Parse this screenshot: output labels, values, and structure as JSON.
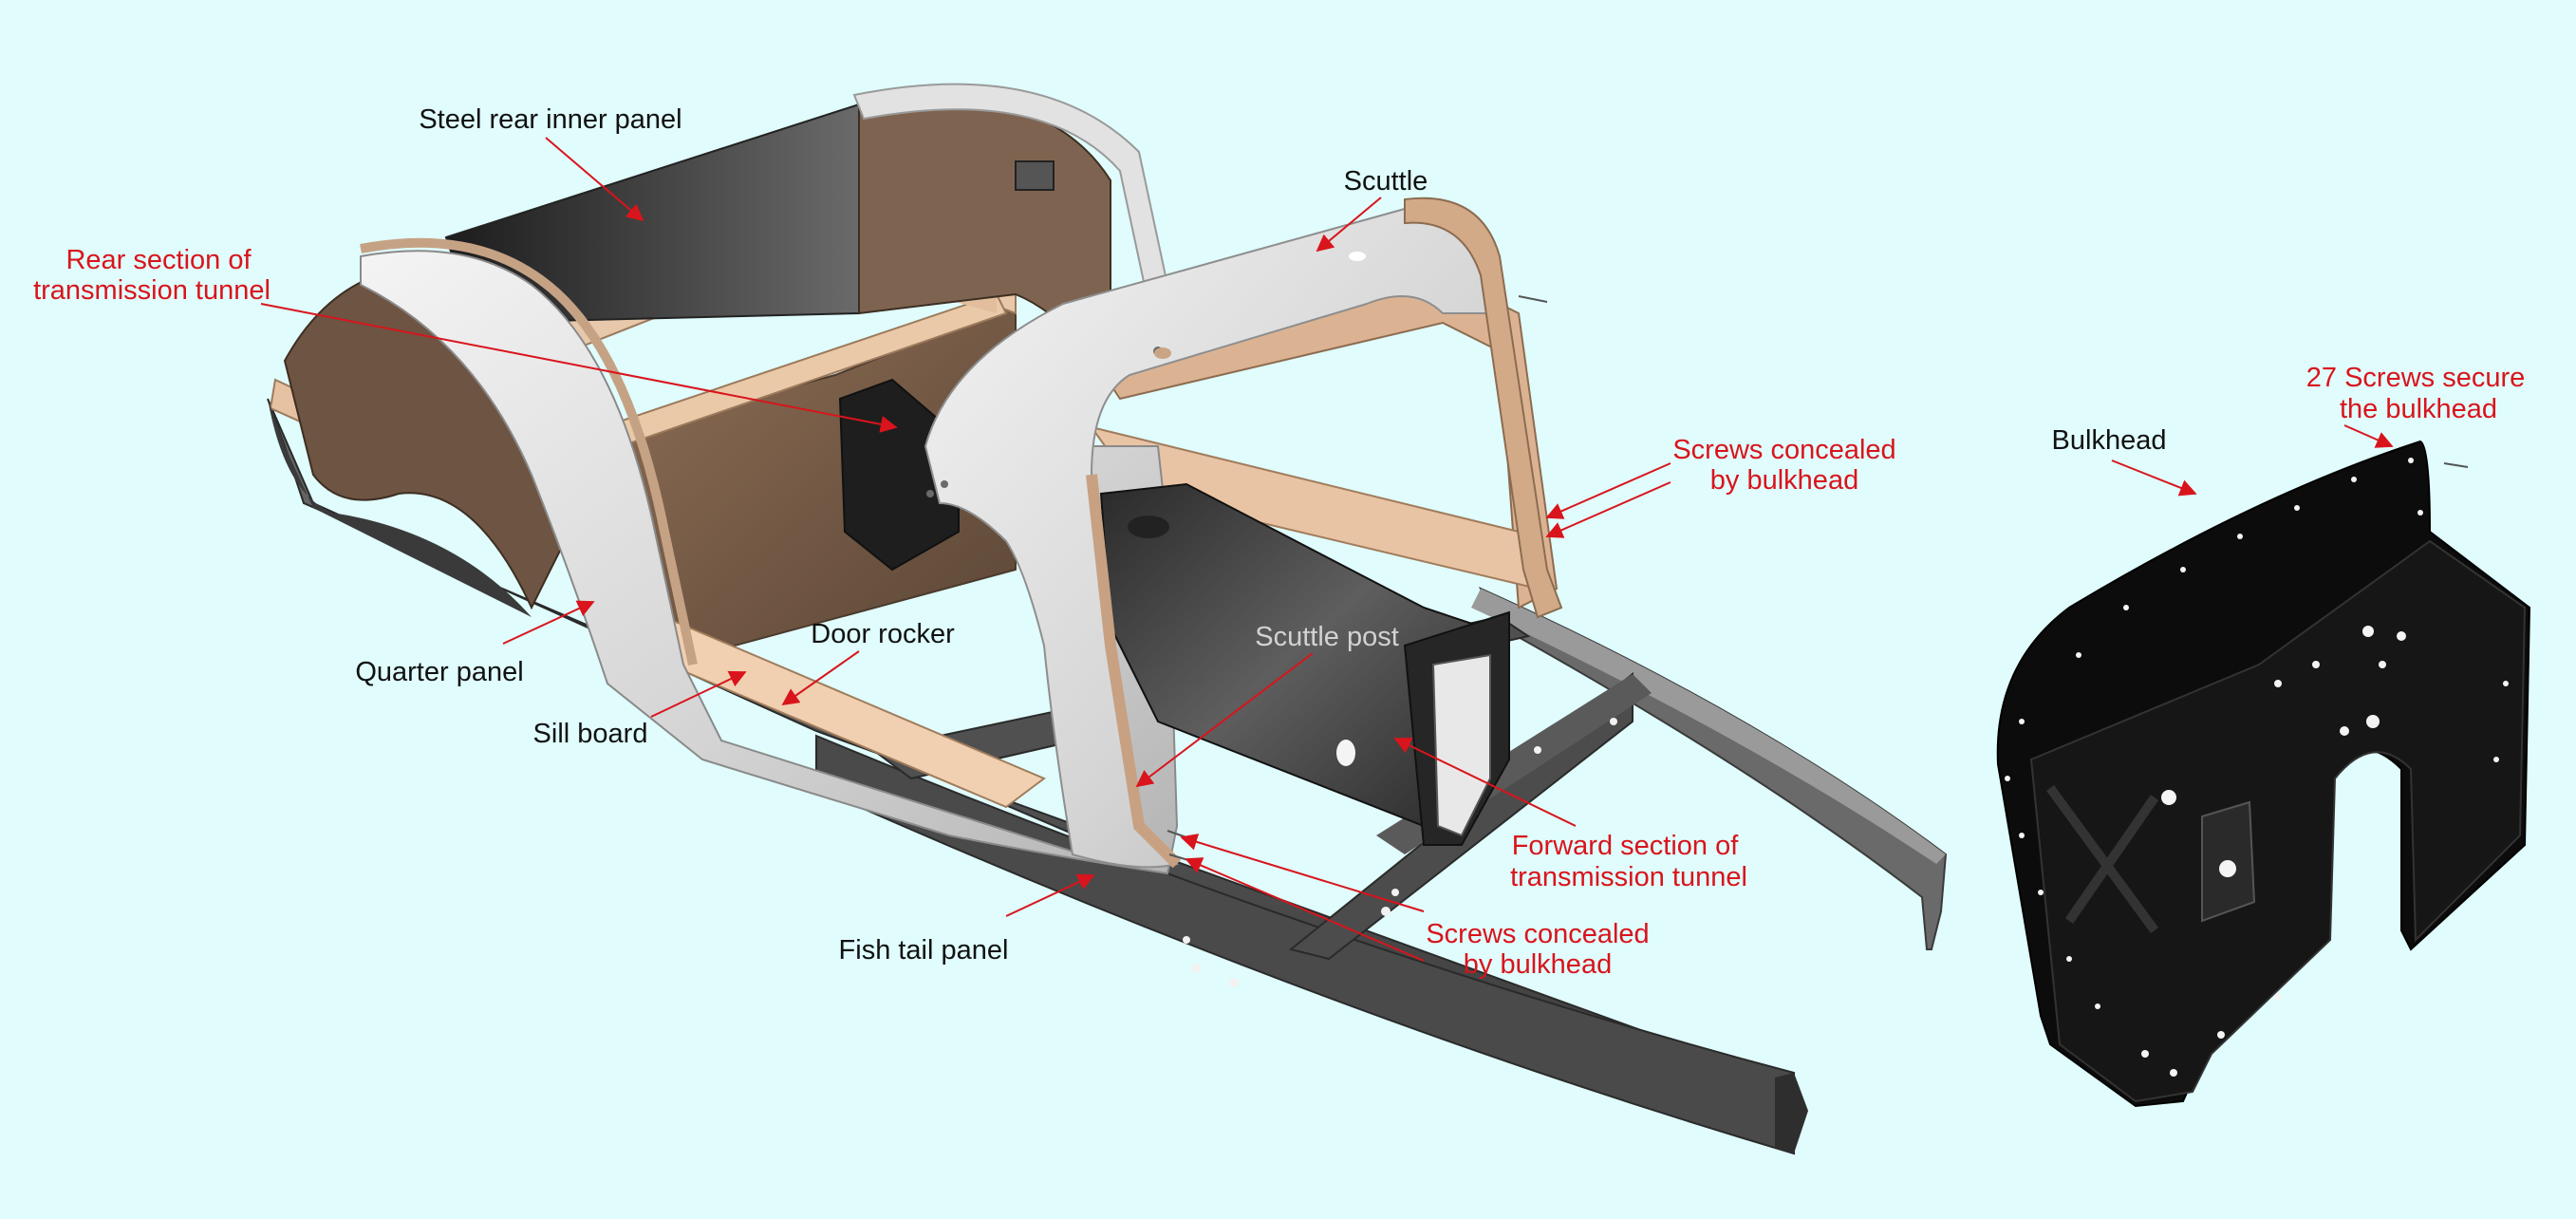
{
  "colors": {
    "background": "#e0fcfc",
    "label_black": "#111111",
    "label_red": "#d9141c",
    "label_grey": "#d2d2d2",
    "chassis": "#4e4e4e",
    "aluminium": "#d8d8d8",
    "ash_wood": "#dcb392",
    "bulkhead": "#0d0d0d"
  },
  "labels": {
    "steel_rear_inner_panel": "Steel rear inner panel",
    "scuttle": "Scuttle",
    "rear_tunnel_1": "Rear section of",
    "rear_tunnel_2": "transmission tunnel",
    "screws_upper_1": "Screws concealed",
    "screws_upper_2": "by bulkhead",
    "bulkhead": "Bulkhead",
    "screws27_1": "27 Screws secure",
    "screws27_2": "the bulkhead",
    "door_rocker": "Door rocker",
    "quarter_panel": "Quarter panel",
    "scuttle_post": "Scuttle post",
    "sill_board": "Sill board",
    "forward_tunnel_1": "Forward section of",
    "forward_tunnel_2": "transmission tunnel",
    "screws_lower_1": "Screws concealed",
    "screws_lower_2": "by bulkhead",
    "fish_tail_panel": "Fish tail panel"
  }
}
